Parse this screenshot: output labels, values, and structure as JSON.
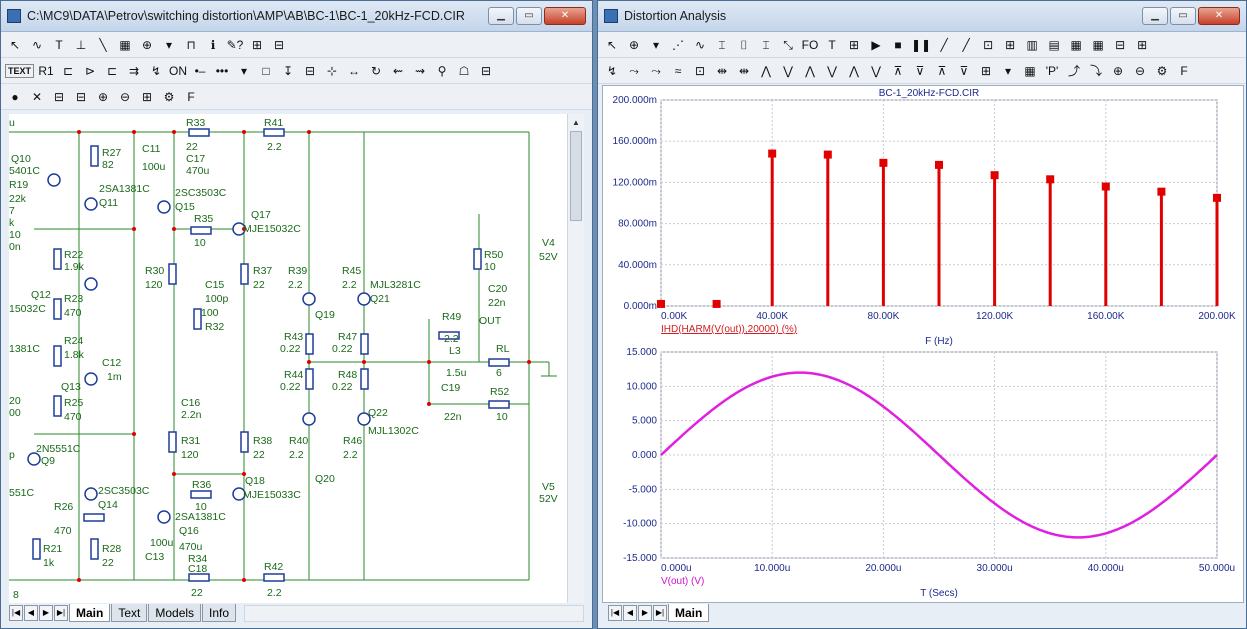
{
  "left_window": {
    "title": "C:\\MC9\\DATA\\Petrov\\switching distortion\\AMP\\AB\\BC-1\\BC-1_20kHz-FCD.CIR",
    "buttons": {
      "minimize": "▁",
      "maximize": "▭",
      "close": "✕"
    },
    "toolbar1": [
      "↖",
      "∿",
      "T",
      "⊥",
      "╲",
      "▦",
      "⊕",
      "▾",
      "⊓",
      "ℹ",
      "✎?",
      "⊞",
      "⊟"
    ],
    "toolbar2": [
      "TEXT",
      "R1",
      "⊏",
      "⊳",
      "⊏",
      "⇉",
      "↯",
      "ON",
      "•–",
      "•••",
      "▾",
      "□",
      "↧",
      "⊟",
      "⊹",
      "↔",
      "↻",
      "⇜",
      "⇝",
      "⚲",
      "☖",
      "⊟"
    ],
    "toolbar3": [
      "●",
      "✕",
      "⊟",
      "⊟",
      "⊕",
      "⊖",
      "⊞",
      "⚙",
      "F"
    ],
    "tabs": [
      "Main",
      "Text",
      "Models",
      "Info"
    ],
    "active_tab": "Main",
    "schematic": {
      "labels": [
        {
          "text": "Q10",
          "key": "q10"
        },
        {
          "text": "5401C",
          "key": "q10m"
        },
        {
          "text": "R19",
          "key": "r19"
        },
        {
          "text": "22k",
          "key": "r19v"
        },
        {
          "text": "7",
          "key": "c7"
        },
        {
          "text": "k",
          "key": "c8"
        },
        {
          "text": "10",
          "key": "c9"
        },
        {
          "text": "0n",
          "key": "c10"
        },
        {
          "text": "R27",
          "key": "r27"
        },
        {
          "text": "82",
          "key": "r27v"
        },
        {
          "text": "C11",
          "key": "c11"
        },
        {
          "text": "100u",
          "key": "c11v"
        },
        {
          "text": "R33",
          "key": "r33"
        },
        {
          "text": "22",
          "key": "r33v"
        },
        {
          "text": "C17",
          "key": "c17"
        },
        {
          "text": "470u",
          "key": "c17v"
        },
        {
          "text": "R41",
          "key": "r41"
        },
        {
          "text": "2.2",
          "key": "r41v"
        },
        {
          "text": "2SA1381C",
          "key": "q11m"
        },
        {
          "text": "Q11",
          "key": "q11"
        },
        {
          "text": "2SC3503C",
          "key": "q15m"
        },
        {
          "text": "Q15",
          "key": "q15"
        },
        {
          "text": "Q17",
          "key": "q17"
        },
        {
          "text": "MJE15032C",
          "key": "q17m"
        },
        {
          "text": "R35",
          "key": "r35"
        },
        {
          "text": "10",
          "key": "r35v"
        },
        {
          "text": "R22",
          "key": "r22"
        },
        {
          "text": "1.9k",
          "key": "r22v"
        },
        {
          "text": "Q12",
          "key": "q12"
        },
        {
          "text": "15032C",
          "key": "q12m"
        },
        {
          "text": "R23",
          "key": "r23"
        },
        {
          "text": "470",
          "key": "r23v"
        },
        {
          "text": "R30",
          "key": "r30"
        },
        {
          "text": "120",
          "key": "r30v"
        },
        {
          "text": "C15",
          "key": "c15"
        },
        {
          "text": "100p",
          "key": "c15v"
        },
        {
          "text": "100",
          "key": "r32v"
        },
        {
          "text": "R32",
          "key": "r32"
        },
        {
          "text": "R37",
          "key": "r37"
        },
        {
          "text": "22",
          "key": "r37v"
        },
        {
          "text": "R39",
          "key": "r39"
        },
        {
          "text": "2.2",
          "key": "r39v"
        },
        {
          "text": "R45",
          "key": "r45"
        },
        {
          "text": "2.2",
          "key": "r45v"
        },
        {
          "text": "MJL3281C",
          "key": "q21m"
        },
        {
          "text": "Q21",
          "key": "q21"
        },
        {
          "text": "Q19",
          "key": "q19"
        },
        {
          "text": "R24",
          "key": "r24"
        },
        {
          "text": "1.8k",
          "key": "r24v"
        },
        {
          "text": "1381C",
          "key": "q13m"
        },
        {
          "text": "Q13",
          "key": "q13"
        },
        {
          "text": "R25",
          "key": "r25"
        },
        {
          "text": "470",
          "key": "r25v"
        },
        {
          "text": "20",
          "key": "c20a"
        },
        {
          "text": "00",
          "key": "c20b"
        },
        {
          "text": "C12",
          "key": "c12"
        },
        {
          "text": "1m",
          "key": "c12v"
        },
        {
          "text": "R43",
          "key": "r43"
        },
        {
          "text": "0.22",
          "key": "r43v"
        },
        {
          "text": "R47",
          "key": "r47"
        },
        {
          "text": "0.22",
          "key": "r47v"
        },
        {
          "text": "R44",
          "key": "r44"
        },
        {
          "text": "0.22",
          "key": "r44v"
        },
        {
          "text": "R48",
          "key": "r48"
        },
        {
          "text": "0.22",
          "key": "r48v"
        },
        {
          "text": "C16",
          "key": "c16"
        },
        {
          "text": "2.2n",
          "key": "c16v"
        },
        {
          "text": "Q22",
          "key": "q22"
        },
        {
          "text": "MJL1302C",
          "key": "q22m"
        },
        {
          "text": "R31",
          "key": "r31"
        },
        {
          "text": "120",
          "key": "r31v"
        },
        {
          "text": "R38",
          "key": "r38"
        },
        {
          "text": "22",
          "key": "r38v"
        },
        {
          "text": "R40",
          "key": "r40"
        },
        {
          "text": "2.2",
          "key": "r40v"
        },
        {
          "text": "R46",
          "key": "r46"
        },
        {
          "text": "2.2",
          "key": "r46v"
        },
        {
          "text": "Q20",
          "key": "q20"
        },
        {
          "text": "2N5551C",
          "key": "q9m"
        },
        {
          "text": "Q9",
          "key": "q9"
        },
        {
          "text": "551C",
          "key": "q9m2"
        },
        {
          "text": "2SC3503C",
          "key": "q14m"
        },
        {
          "text": "Q14",
          "key": "q14"
        },
        {
          "text": "R26",
          "key": "r26"
        },
        {
          "text": "470",
          "key": "r26v"
        },
        {
          "text": "R36",
          "key": "r36"
        },
        {
          "text": "10",
          "key": "r36v"
        },
        {
          "text": "Q18",
          "key": "q18"
        },
        {
          "text": "MJE15033C",
          "key": "q18m"
        },
        {
          "text": "2SA1381C",
          "key": "q16m"
        },
        {
          "text": "Q16",
          "key": "q16"
        },
        {
          "text": "R21",
          "key": "r21"
        },
        {
          "text": "1k",
          "key": "r21v"
        },
        {
          "text": "R28",
          "key": "r28"
        },
        {
          "text": "22",
          "key": "r28v"
        },
        {
          "text": "100u",
          "key": "c13v"
        },
        {
          "text": "C13",
          "key": "c13"
        },
        {
          "text": "470u",
          "key": "c18v"
        },
        {
          "text": "R34",
          "key": "r34"
        },
        {
          "text": "C18",
          "key": "c18"
        },
        {
          "text": "22",
          "key": "r34v"
        },
        {
          "text": "R42",
          "key": "r42"
        },
        {
          "text": "2.2",
          "key": "r42v"
        },
        {
          "text": "R49",
          "key": "r49"
        },
        {
          "text": "2.2",
          "key": "r49v"
        },
        {
          "text": "OUT",
          "key": "out"
        },
        {
          "text": "L3",
          "key": "l3"
        },
        {
          "text": "1.5u",
          "key": "l3v"
        },
        {
          "text": "RL",
          "key": "rl"
        },
        {
          "text": "6",
          "key": "rlv"
        },
        {
          "text": "C19",
          "key": "c19"
        },
        {
          "text": "22n",
          "key": "c19v"
        },
        {
          "text": "R52",
          "key": "r52"
        },
        {
          "text": "10",
          "key": "r52v"
        },
        {
          "text": "R50",
          "key": "r50"
        },
        {
          "text": "10",
          "key": "r50v"
        },
        {
          "text": "C20",
          "key": "c20"
        },
        {
          "text": "22n",
          "key": "c20v"
        },
        {
          "text": "V4",
          "key": "v4"
        },
        {
          "text": "52V",
          "key": "v4v"
        },
        {
          "text": "V5",
          "key": "v5"
        },
        {
          "text": "52V",
          "key": "v5v"
        },
        {
          "text": "u",
          "key": "tl"
        },
        {
          "text": "p",
          "key": "q9p"
        },
        {
          "text": "8",
          "key": "bl"
        }
      ]
    }
  },
  "right_window": {
    "title": "Distortion Analysis",
    "buttons": {
      "minimize": "▁",
      "maximize": "▭",
      "close": "✕"
    },
    "toolbar1": [
      "↖",
      "⊕",
      "▾",
      "⋰",
      "∿",
      "⌶",
      "⌷",
      "⌶",
      "⤡",
      "FO",
      "T",
      "⊞",
      "▶",
      "■",
      "❚❚",
      "╱",
      "╱",
      "⊡",
      "⊞",
      "▥",
      "▤",
      "▦",
      "▦",
      "⊟",
      "⊞"
    ],
    "toolbar2": [
      "↯",
      "⤳",
      "⤳",
      "≈",
      "⊡",
      "⇹",
      "⇹",
      "⋀",
      "⋁",
      "⋀",
      "⋁",
      "⋀",
      "⋁",
      "⊼",
      "⊽",
      "⊼",
      "⊽",
      "⊞",
      "▾",
      "▦",
      "'P'",
      "⤴",
      "⤵",
      "⊕",
      "⊖",
      "⚙",
      "F"
    ],
    "tabs": [
      "Main"
    ],
    "active_tab": "Main"
  },
  "chart_data": [
    {
      "type": "bar",
      "title": "BC-1_20kHz-FCD.CIR",
      "xlabel": "F (Hz)",
      "ylabel": "",
      "legend": "IHD(HARM(V(out)),20000) (%)",
      "color": "#e00000",
      "xlim": [
        0,
        200000
      ],
      "ylim": [
        0,
        0.2
      ],
      "x_tick_labels": [
        "0.00K",
        "40.00K",
        "80.00K",
        "120.00K",
        "160.00K",
        "200.00K"
      ],
      "y_tick_labels": [
        "0.000m",
        "40.000m",
        "80.000m",
        "120.000m",
        "160.000m",
        "200.000m"
      ],
      "x": [
        0,
        20000,
        40000,
        60000,
        80000,
        100000,
        120000,
        140000,
        160000,
        180000,
        200000
      ],
      "values": [
        0.002,
        0.002,
        0.148,
        0.147,
        0.139,
        0.137,
        0.127,
        0.123,
        0.116,
        0.111,
        0.105
      ]
    },
    {
      "type": "line",
      "title": "",
      "xlabel": "T (Secs)",
      "ylabel": "",
      "legend": "V(out) (V)",
      "color": "#e020e0",
      "xlim": [
        0,
        5e-05
      ],
      "ylim": [
        -15,
        15
      ],
      "x_tick_labels": [
        "0.000u",
        "10.000u",
        "20.000u",
        "30.000u",
        "40.000u",
        "50.000u"
      ],
      "y_tick_labels": [
        "15.000",
        "10.000",
        "5.000",
        "0.000",
        "-5.000",
        "-10.000",
        "-15.000"
      ],
      "series": [
        {
          "name": "V(out) (V)",
          "amplitude": 12,
          "frequency_hz": 20000,
          "t_start": 0,
          "t_end": 5e-05
        }
      ]
    }
  ]
}
